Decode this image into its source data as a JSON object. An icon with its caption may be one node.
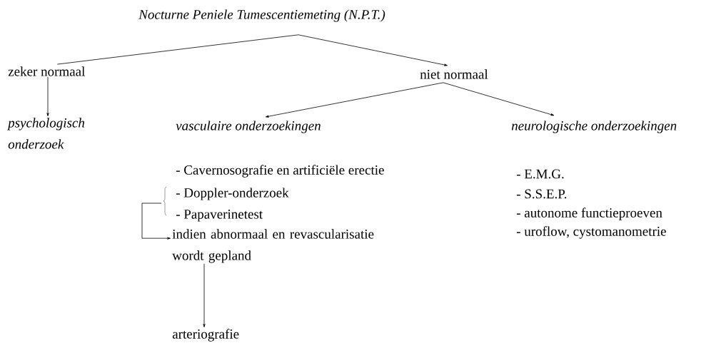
{
  "diagram": {
    "nodes": [
      {
        "text": [
          "Nocturne Peniele Tumescentiemeting (N.P.T.)"
        ]
      },
      {
        "text": [
          "zeker normaal"
        ]
      },
      {
        "text": [
          "niet normaal"
        ]
      },
      {
        "text": [
          "psychologisch onderzoek"
        ]
      },
      {
        "text": [
          "vasculaire onderzoekingen"
        ]
      },
      {
        "text": [
          "neurologische onderzoekingen"
        ]
      },
      {
        "text": [
          "- Doppler-onderzoek",
          "- Papaverinetest"
        ]
      },
      {
        "text": [
          "indien abnormaal en revascularisatie wordt gepland"
        ]
      },
      {
        "text": [
          "arteriografie"
        ]
      }
    ],
    "edges": [
      {
        "from": 0,
        "to": 1,
        "arrow": "none"
      },
      {
        "from": 0,
        "to": 2,
        "arrow": "to"
      },
      {
        "from": 1,
        "to": 3,
        "arrow": "to"
      },
      {
        "from": 2,
        "to": 4,
        "arrow": "to"
      },
      {
        "from": 2,
        "to": 5,
        "arrow": "to"
      },
      {
        "from": 6,
        "to": 7,
        "arrow": "to"
      },
      {
        "from": 7,
        "to": 8,
        "arrow": "to"
      }
    ],
    "labels": [
      "- Cavernosografie en artificiële erectie",
      "- E.M.G.",
      "- S.S.E.P.",
      "- autonome functieproeven",
      "- uroflow, cystomanometrie"
    ]
  }
}
